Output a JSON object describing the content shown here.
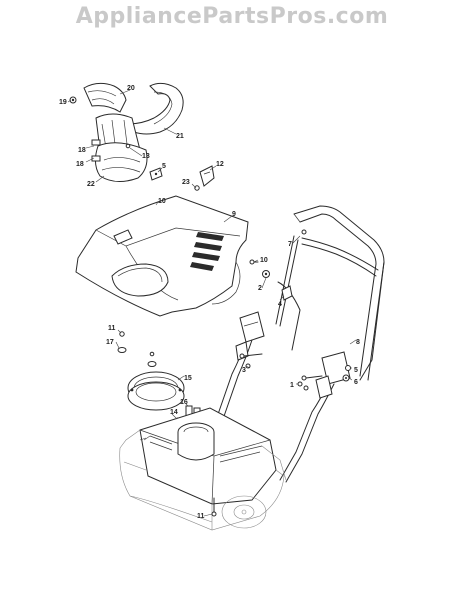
{
  "header": {
    "watermark": "AppliancePartsPros.com"
  },
  "callouts": [
    {
      "id": "c20",
      "label": "20"
    },
    {
      "id": "c19",
      "label": "19"
    },
    {
      "id": "c21",
      "label": "21"
    },
    {
      "id": "c18a",
      "label": "18"
    },
    {
      "id": "c18b",
      "label": "18"
    },
    {
      "id": "c13",
      "label": "13"
    },
    {
      "id": "c22",
      "label": "22"
    },
    {
      "id": "c5a",
      "label": "5"
    },
    {
      "id": "c12",
      "label": "12"
    },
    {
      "id": "c23",
      "label": "23"
    },
    {
      "id": "c10a",
      "label": "10"
    },
    {
      "id": "c9",
      "label": "9"
    },
    {
      "id": "c7",
      "label": "7"
    },
    {
      "id": "c10b",
      "label": "10"
    },
    {
      "id": "c2",
      "label": "2"
    },
    {
      "id": "c4",
      "label": "4"
    },
    {
      "id": "c11a",
      "label": "11"
    },
    {
      "id": "c17",
      "label": "17"
    },
    {
      "id": "c8",
      "label": "8"
    },
    {
      "id": "c3",
      "label": "3"
    },
    {
      "id": "c5b",
      "label": "5"
    },
    {
      "id": "c6",
      "label": "6"
    },
    {
      "id": "c15",
      "label": "15"
    },
    {
      "id": "c1",
      "label": "1"
    },
    {
      "id": "c16",
      "label": "16"
    },
    {
      "id": "c14",
      "label": "14"
    },
    {
      "id": "c11b",
      "label": "11"
    }
  ]
}
